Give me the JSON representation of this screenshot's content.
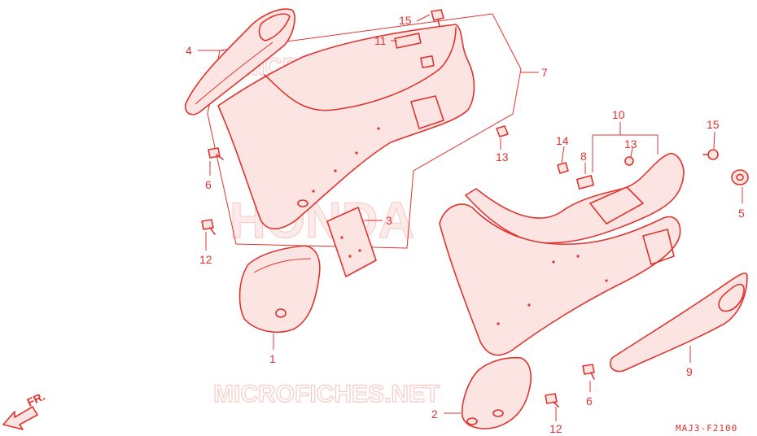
{
  "diagram": {
    "code_label": "MAJ3-F2100",
    "direction_label": "FR.",
    "watermarks": {
      "top": "MICROFICHES.NET",
      "middle": "HONDA",
      "bottom": "MICROFICHES.NET"
    },
    "callouts": [
      {
        "id": "c1",
        "label": "1"
      },
      {
        "id": "c2",
        "label": "2"
      },
      {
        "id": "c3",
        "label": "3"
      },
      {
        "id": "c4",
        "label": "4"
      },
      {
        "id": "c5",
        "label": "5"
      },
      {
        "id": "c6a",
        "label": "6"
      },
      {
        "id": "c6b",
        "label": "6"
      },
      {
        "id": "c7",
        "label": "7"
      },
      {
        "id": "c8",
        "label": "8"
      },
      {
        "id": "c9",
        "label": "9"
      },
      {
        "id": "c10",
        "label": "10"
      },
      {
        "id": "c11",
        "label": "11"
      },
      {
        "id": "c12a",
        "label": "12"
      },
      {
        "id": "c12b",
        "label": "12"
      },
      {
        "id": "c13a",
        "label": "13"
      },
      {
        "id": "c13b",
        "label": "13"
      },
      {
        "id": "c14",
        "label": "14"
      },
      {
        "id": "c15a",
        "label": "15"
      },
      {
        "id": "c15b",
        "label": "15"
      }
    ]
  }
}
